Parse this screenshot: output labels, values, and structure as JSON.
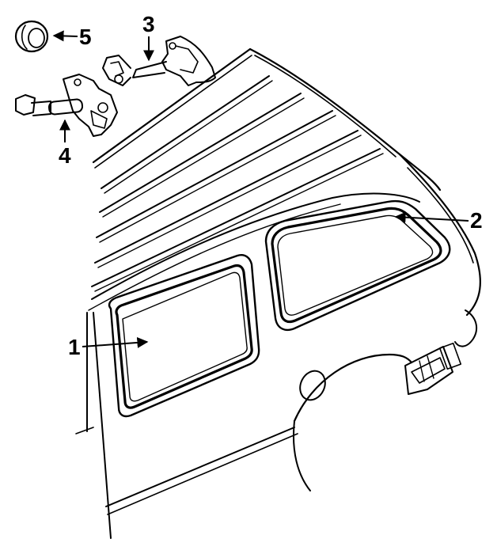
{
  "diagram": {
    "callouts": [
      {
        "id": "1",
        "label": "1",
        "part": "quarter-window-glass"
      },
      {
        "id": "2",
        "label": "2",
        "part": "rear-side-window-glass"
      },
      {
        "id": "3",
        "label": "3",
        "part": "window-latch-assembly"
      },
      {
        "id": "4",
        "label": "4",
        "part": "window-latch-actuator"
      },
      {
        "id": "5",
        "label": "5",
        "part": "grommet"
      }
    ],
    "colors": {
      "line": "#000000",
      "background": "#ffffff"
    }
  }
}
